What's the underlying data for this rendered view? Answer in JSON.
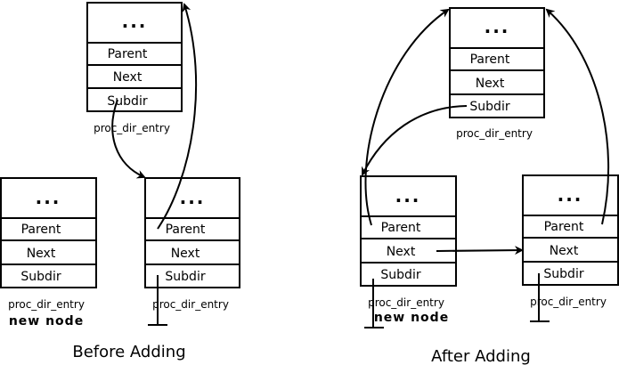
{
  "fields": {
    "dots": "...",
    "parent": "Parent",
    "next": "Next",
    "subdir": "Subdir"
  },
  "labels": {
    "struct": "proc_dir_entry",
    "new_node": "new node"
  },
  "captions": {
    "before": "Before Adding",
    "after": "After Adding"
  }
}
